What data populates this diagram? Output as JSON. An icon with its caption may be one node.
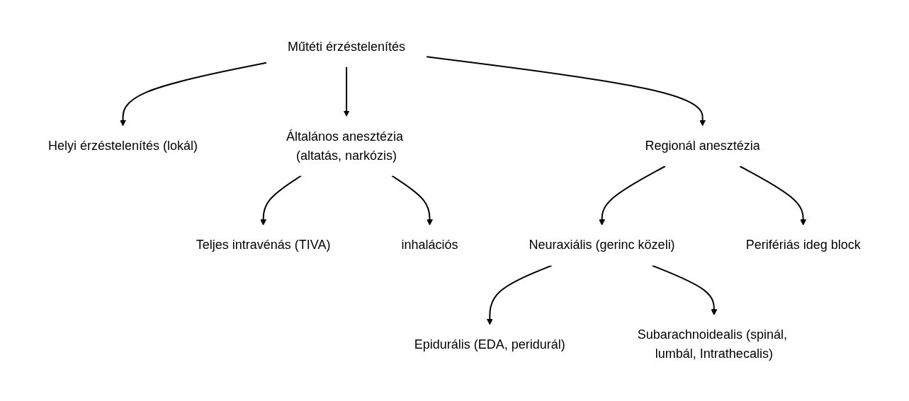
{
  "diagram": {
    "nodes": [
      {
        "text": [
          "Műtéti érzéstelenítés"
        ]
      },
      {
        "text": [
          "Helyi érzéstelenítés (lokál)"
        ]
      },
      {
        "text": [
          "Általános anesztézia (altatás, narkózis)"
        ]
      },
      {
        "text": [
          "Regionál anesztézia"
        ]
      },
      {
        "text": [
          "Teljes intravénás (TIVA)"
        ]
      },
      {
        "text": [
          "inhalációs"
        ]
      },
      {
        "text": [
          "Neuraxiális (gerinc közeli)"
        ]
      },
      {
        "text": [
          "Perifériás ideg block"
        ]
      },
      {
        "text": [
          "Epidurális (EDA, peridurál)"
        ]
      },
      {
        "text": [
          "Subarachnoidealis (spinál, lumbál, Intrathecalis)"
        ]
      }
    ],
    "edges": [
      {
        "from": 0,
        "to": 1,
        "arrow": "to"
      },
      {
        "from": 0,
        "to": 2,
        "arrow": "to"
      },
      {
        "from": 0,
        "to": 3,
        "arrow": "to"
      },
      {
        "from": 2,
        "to": 4,
        "arrow": "to"
      },
      {
        "from": 2,
        "to": 5,
        "arrow": "to"
      },
      {
        "from": 3,
        "to": 6,
        "arrow": "to"
      },
      {
        "from": 3,
        "to": 7,
        "arrow": "to"
      },
      {
        "from": 6,
        "to": 8,
        "arrow": "to"
      },
      {
        "from": 6,
        "to": 9,
        "arrow": "to"
      }
    ]
  }
}
